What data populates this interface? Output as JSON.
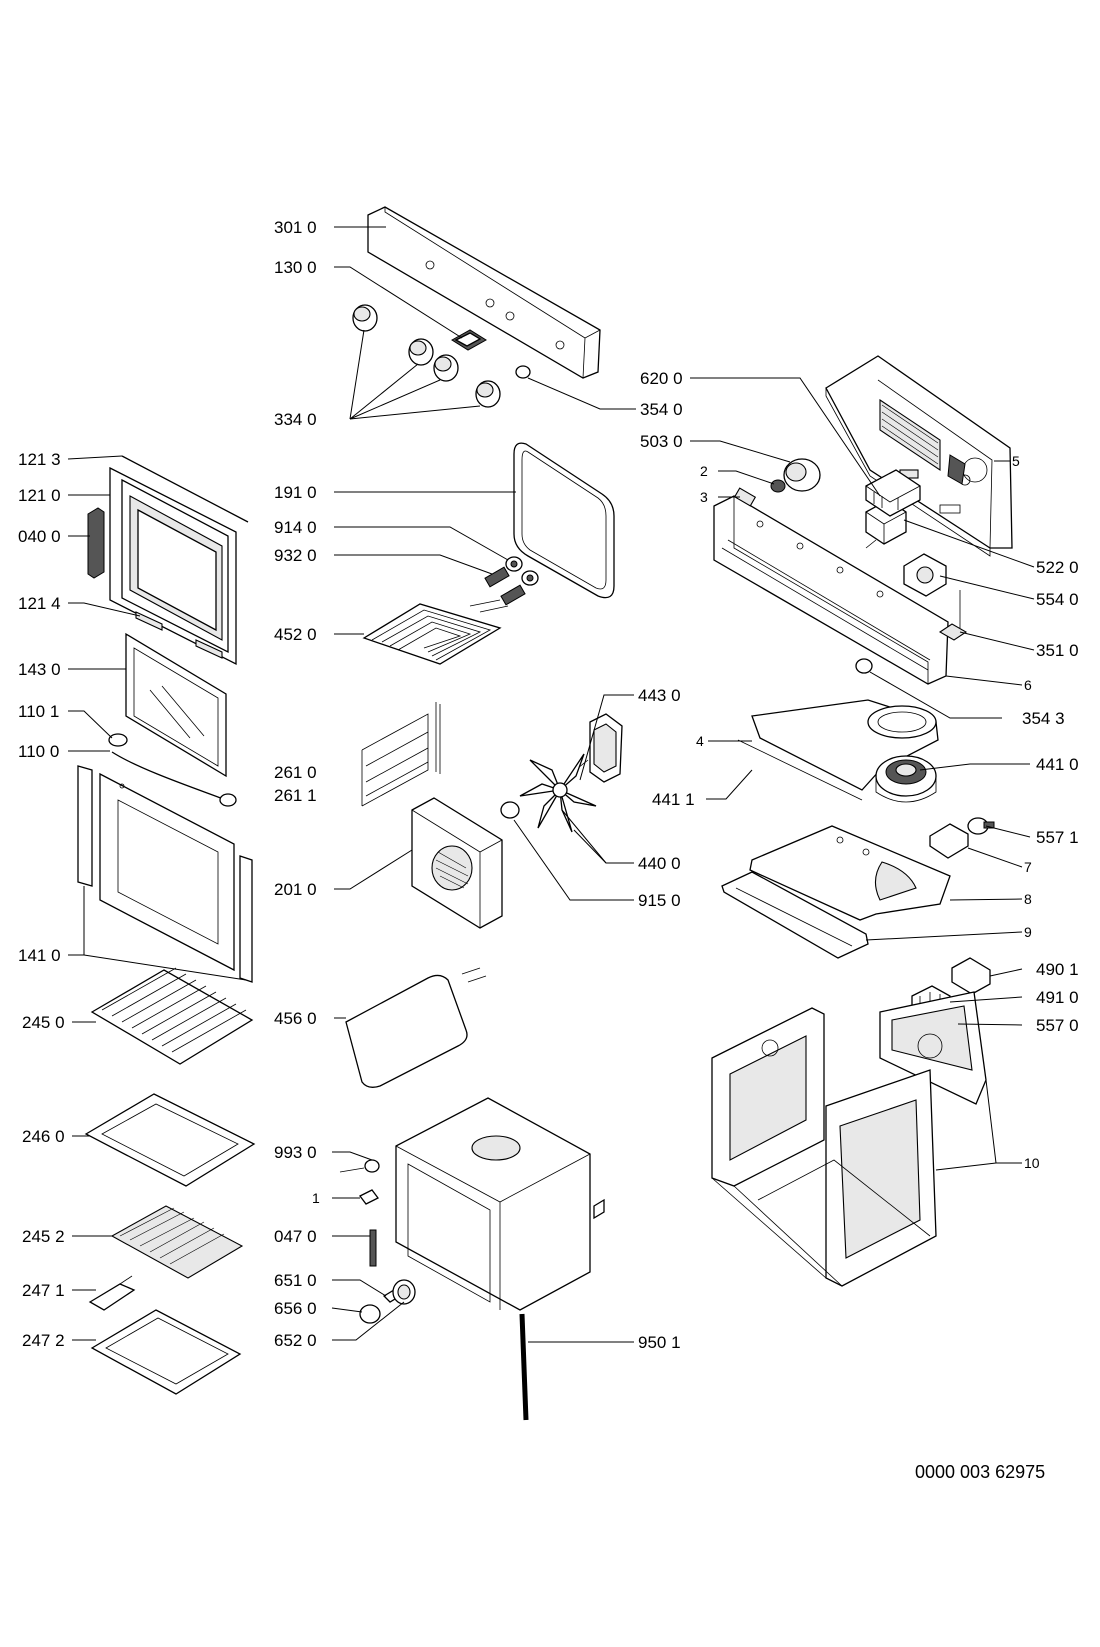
{
  "document_number": "0000 003 62975",
  "callouts": {
    "c3010": "301 0",
    "c1300": "130 0",
    "c3340": "334 0",
    "c3540": "354 0",
    "c6200": "620 0",
    "c5030": "503 0",
    "c2": "2",
    "c3": "3",
    "c5": "5",
    "c1213": "121 3",
    "c1210": "121 0",
    "c0400": "040 0",
    "c1214": "121 4",
    "c1430": "143 0",
    "c1101": "110 1",
    "c1100": "110 0",
    "c1410": "141 0",
    "c1910": "191 0",
    "c9140": "914 0",
    "c9320": "932 0",
    "c4520": "452 0",
    "c5220": "522 0",
    "c5540": "554 0",
    "c3510": "351 0",
    "c6": "6",
    "c3543": "354 3",
    "c4430": "443 0",
    "c2610": "261 0",
    "c2611": "261 1",
    "c4": "4",
    "c4410": "441 0",
    "c4411": "441 1",
    "c5571": "557 1",
    "c7": "7",
    "c4400": "440 0",
    "c2010": "201 0",
    "c9150": "915 0",
    "c8": "8",
    "c9": "9",
    "c4901": "490 1",
    "c4910": "491 0",
    "c5570": "557 0",
    "c2450": "245 0",
    "c4560": "456 0",
    "c2460": "246 0",
    "c9930": "993 0",
    "c1": "1",
    "c10": "10",
    "c2452": "245 2",
    "c0470": "047 0",
    "c2471": "247 1",
    "c6510": "651 0",
    "c6560": "656 0",
    "c2472": "247 2",
    "c6520": "652 0",
    "c9501": "950 1"
  }
}
